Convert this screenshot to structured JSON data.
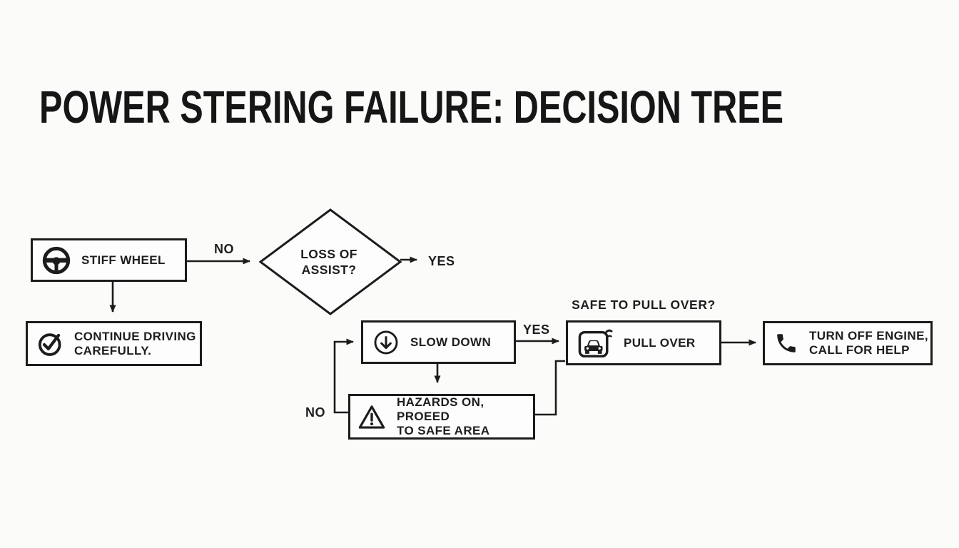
{
  "page": {
    "background_color": "#fbfbfa",
    "ink_color": "#1c1c1c",
    "title": "POWER STERING FAILURE: DECISION TREE"
  },
  "diagram": {
    "nodes": {
      "stiff_wheel": {
        "label": "STIFF WHEEL",
        "icon": "steering-wheel-icon",
        "shape": "rectangle"
      },
      "loss_of_assist": {
        "lines": [
          "LOSS OF",
          "ASSIST?"
        ],
        "shape": "diamond"
      },
      "continue_driving": {
        "lines": [
          "CONTINUE DRIVING",
          "CAREFULLY."
        ],
        "icon": "check-circle-icon",
        "shape": "rectangle"
      },
      "slow_down": {
        "label": "SLOW DOWN",
        "icon": "down-arrow-circle-icon",
        "shape": "rectangle"
      },
      "pull_over": {
        "label": "PULL OVER",
        "icon": "car-sign-icon",
        "shape": "rectangle",
        "question_above": "SAFE TO PULL OVER?"
      },
      "hazards_on": {
        "lines": [
          "HAZARDS ON, PROEED",
          "TO SAFE AREA"
        ],
        "icon": "warning-triangle-icon",
        "shape": "rectangle"
      },
      "turn_off_engine": {
        "lines": [
          "TURN OFF ENGINE,",
          "CALL FOR HELP"
        ],
        "icon": "phone-icon",
        "shape": "rectangle"
      }
    },
    "edge_labels": {
      "stiff_wheel_to_loss_of_assist": "NO",
      "loss_of_assist_exit": "YES",
      "slow_down_to_pull_over": "YES",
      "hazards_loop_to_slow_down": "NO"
    }
  }
}
